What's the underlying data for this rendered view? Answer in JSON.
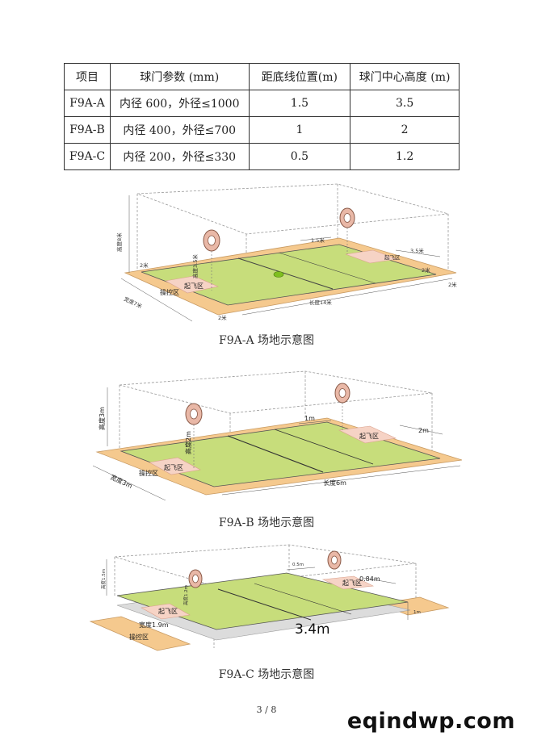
{
  "table": {
    "headers": [
      "项目",
      "球门参数 (mm)",
      "距底线位置(m)",
      "球门中心高度 (m)"
    ],
    "rows": [
      [
        "F9A-A",
        "内径 600，外径≤1000",
        "1.5",
        "3.5"
      ],
      [
        "F9A-B",
        "内径 400，外径≤700",
        "1",
        "2"
      ],
      [
        "F9A-C",
        "内径 200，外径≤330",
        "0.5",
        "1.2"
      ]
    ]
  },
  "diagram_a": {
    "caption": "F9A-A 场地示意图",
    "labels": {
      "height": "高度8米",
      "gate_height": "高度3.5米",
      "left_margin": "2米",
      "width": "宽度7米",
      "bottom_margin": "2米",
      "length": "长度14米",
      "right_margin": "2米",
      "right_bottom": "2米",
      "gate_pos": "1.5米",
      "zone_len": "3.5米",
      "takeoff": "起飞区",
      "takeoff_right": "起飞区",
      "control": "操控区"
    }
  },
  "diagram_b": {
    "caption": "F9A-B 场地示意图",
    "labels": {
      "height": "高度3m",
      "gate_height": "高度2m",
      "width": "宽度3m",
      "length": "长度6m",
      "gate_pos": "1m",
      "zone_len": "2m",
      "takeoff": "起飞区",
      "takeoff_right": "起飞区",
      "control": "操控区"
    }
  },
  "diagram_c": {
    "caption": "F9A-C 场地示意图",
    "labels": {
      "height": "高度1.5m",
      "gate_height": "高度1.2m",
      "width": "宽度1.9m",
      "length": "3.4m",
      "gate_pos": "0.5m",
      "zone_len": "0.84m",
      "side_height": "1m",
      "takeoff": "起飞区",
      "takeoff_right": "起飞区",
      "control": "操控区"
    }
  },
  "page_number": "3 / 8",
  "watermark": "eqindwp.com",
  "colors": {
    "field_green": "#c7dd7b",
    "field_orange": "#f5c98e",
    "zone_pink": "#f6d3c5",
    "gate_ring": "#e9b8a7",
    "center_dot": "#7fbf1f"
  }
}
